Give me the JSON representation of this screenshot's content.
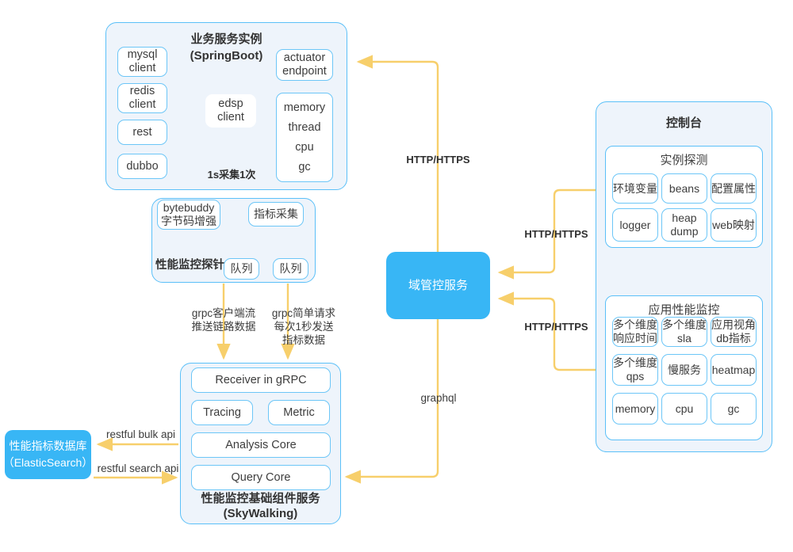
{
  "diagram": {
    "title": "APM architecture diagram",
    "colors": {
      "accent_blue": "#38b6f5",
      "panel_border": "#5bc0f8",
      "panel_fill": "#eef4fb",
      "node_border": "#6cc6f7",
      "arrow": "#f7cf6b",
      "text": "#3d3d3d"
    }
  },
  "springboot": {
    "title_line1": "业务服务实例",
    "title_line2": "(SpringBoot)",
    "left_nodes": [
      {
        "label": "mysql\nclient"
      },
      {
        "label": "redis\nclient"
      },
      {
        "label": "rest"
      },
      {
        "label": "dubbo"
      }
    ],
    "center_node": {
      "label": "edsp\nclient"
    },
    "sample_label": "1s采集1次",
    "right_nodes": [
      {
        "label": "actuator\nendpoint"
      }
    ],
    "metrics_stack": [
      "memory",
      "thread",
      "cpu",
      "gc"
    ]
  },
  "probe": {
    "title": "性能监控探针",
    "nodes": [
      {
        "label": "bytebuddy\n字节码增强"
      },
      {
        "label": "指标采集"
      },
      {
        "label": "队列"
      },
      {
        "label": "队列"
      }
    ]
  },
  "probe_to_skywalking": {
    "left_label": "grpc客户端流\n推送链路数据",
    "right_label": "grpc简单请求\n每次1秒发送\n指标数据"
  },
  "skywalking": {
    "title_line1": "性能监控基础组件服务",
    "title_line2": "(SkyWalking)",
    "rows": [
      {
        "label": "Receiver in gRPC"
      },
      {
        "label": "Tracing"
      },
      {
        "label": "Metric"
      },
      {
        "label": "Analysis Core"
      },
      {
        "label": "Query Core"
      }
    ]
  },
  "elasticsearch": {
    "label": "性能指标数据库\n（ElasticSearch）",
    "bulk_api_label": "restful bulk api",
    "search_api_label": "restful search api"
  },
  "domain_service": {
    "label": "域管控服务"
  },
  "console": {
    "title": "控制台",
    "sections": [
      {
        "title": "实例探测",
        "items": [
          "环境变量",
          "beans",
          "配置属性",
          "logger",
          "heap\ndump",
          "web映射"
        ]
      },
      {
        "title": "应用性能监控",
        "items": [
          "多个维度\n响应时间",
          "多个维度\nsla",
          "应用视角\ndb指标",
          "多个维度\nqps",
          "慢服务",
          "heatmap",
          "memory",
          "cpu",
          "gc"
        ]
      }
    ]
  },
  "edge_labels": {
    "http_top": "HTTP/HTTPS",
    "http_mid": "HTTP/HTTPS",
    "http_bottom": "HTTP/HTTPS",
    "graphql": "graphql"
  }
}
